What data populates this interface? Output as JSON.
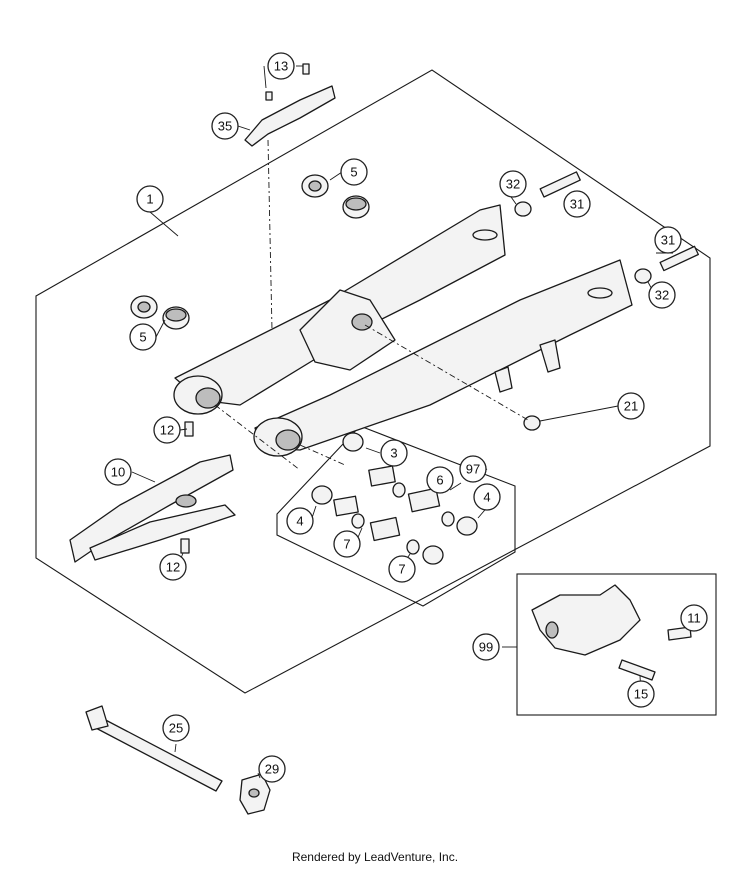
{
  "callouts": {
    "c1": "1",
    "c3": "3",
    "c4a": "4",
    "c4b": "4",
    "c5a": "5",
    "c5b": "5",
    "c6": "6",
    "c7a": "7",
    "c7b": "7",
    "c10": "10",
    "c11": "11",
    "c12a": "12",
    "c12b": "12",
    "c13": "13",
    "c15": "15",
    "c21": "21",
    "c25": "25",
    "c29": "29",
    "c31a": "31",
    "c31b": "31",
    "c32a": "32",
    "c32b": "32",
    "c35": "35",
    "c97": "97",
    "c99": "99"
  },
  "footer": "Rendered by LeadVenture, Inc."
}
